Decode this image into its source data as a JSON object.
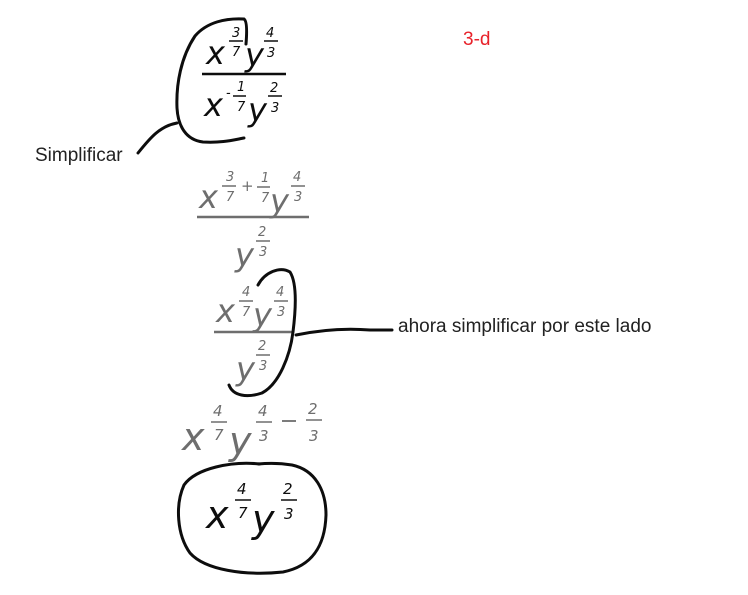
{
  "labels": {
    "tag": "3-d",
    "simplify": "Simplificar",
    "note": "ahora simplificar por este lado"
  },
  "colors": {
    "tag": "#e8222a",
    "ink_black": "#0d0d0d",
    "ink_gray": "#6e6e6e"
  },
  "math": {
    "base_x": "x",
    "base_y": "y",
    "num_1": "3",
    "num_2": "4",
    "num_3": "1",
    "num_4": "2",
    "den_7": "7",
    "den_3": "3",
    "minus": "-",
    "plus": "+"
  }
}
